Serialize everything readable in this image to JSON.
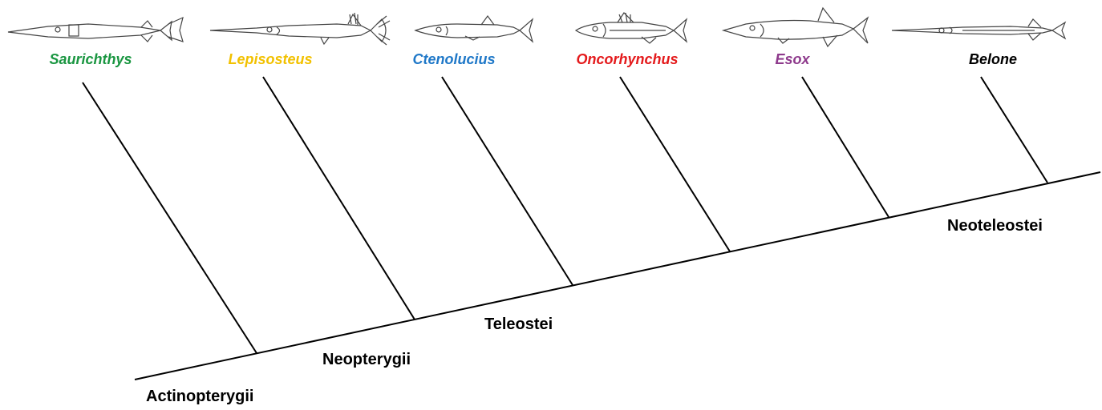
{
  "taxa": [
    {
      "name": "Saurichthys",
      "color": "#1a9641",
      "icon": "saurichthys-fish-icon"
    },
    {
      "name": "Lepisosteus",
      "color": "#f2c100",
      "icon": "lepisosteus-fish-icon"
    },
    {
      "name": "Ctenolucius",
      "color": "#1f78c8",
      "icon": "ctenolucius-fish-icon"
    },
    {
      "name": "Oncorhynchus",
      "color": "#e41a1c",
      "icon": "oncorhynchus-fish-icon"
    },
    {
      "name": "Esox",
      "color": "#8e3a8c",
      "icon": "esox-fish-icon"
    },
    {
      "name": "Belone",
      "color": "#000000",
      "icon": "belone-fish-icon"
    }
  ],
  "clades": {
    "actinopterygii": "Actinopterygii",
    "neopterygii": "Neopterygii",
    "teleostei": "Teleostei",
    "neoteleostei": "Neoteleostei"
  }
}
